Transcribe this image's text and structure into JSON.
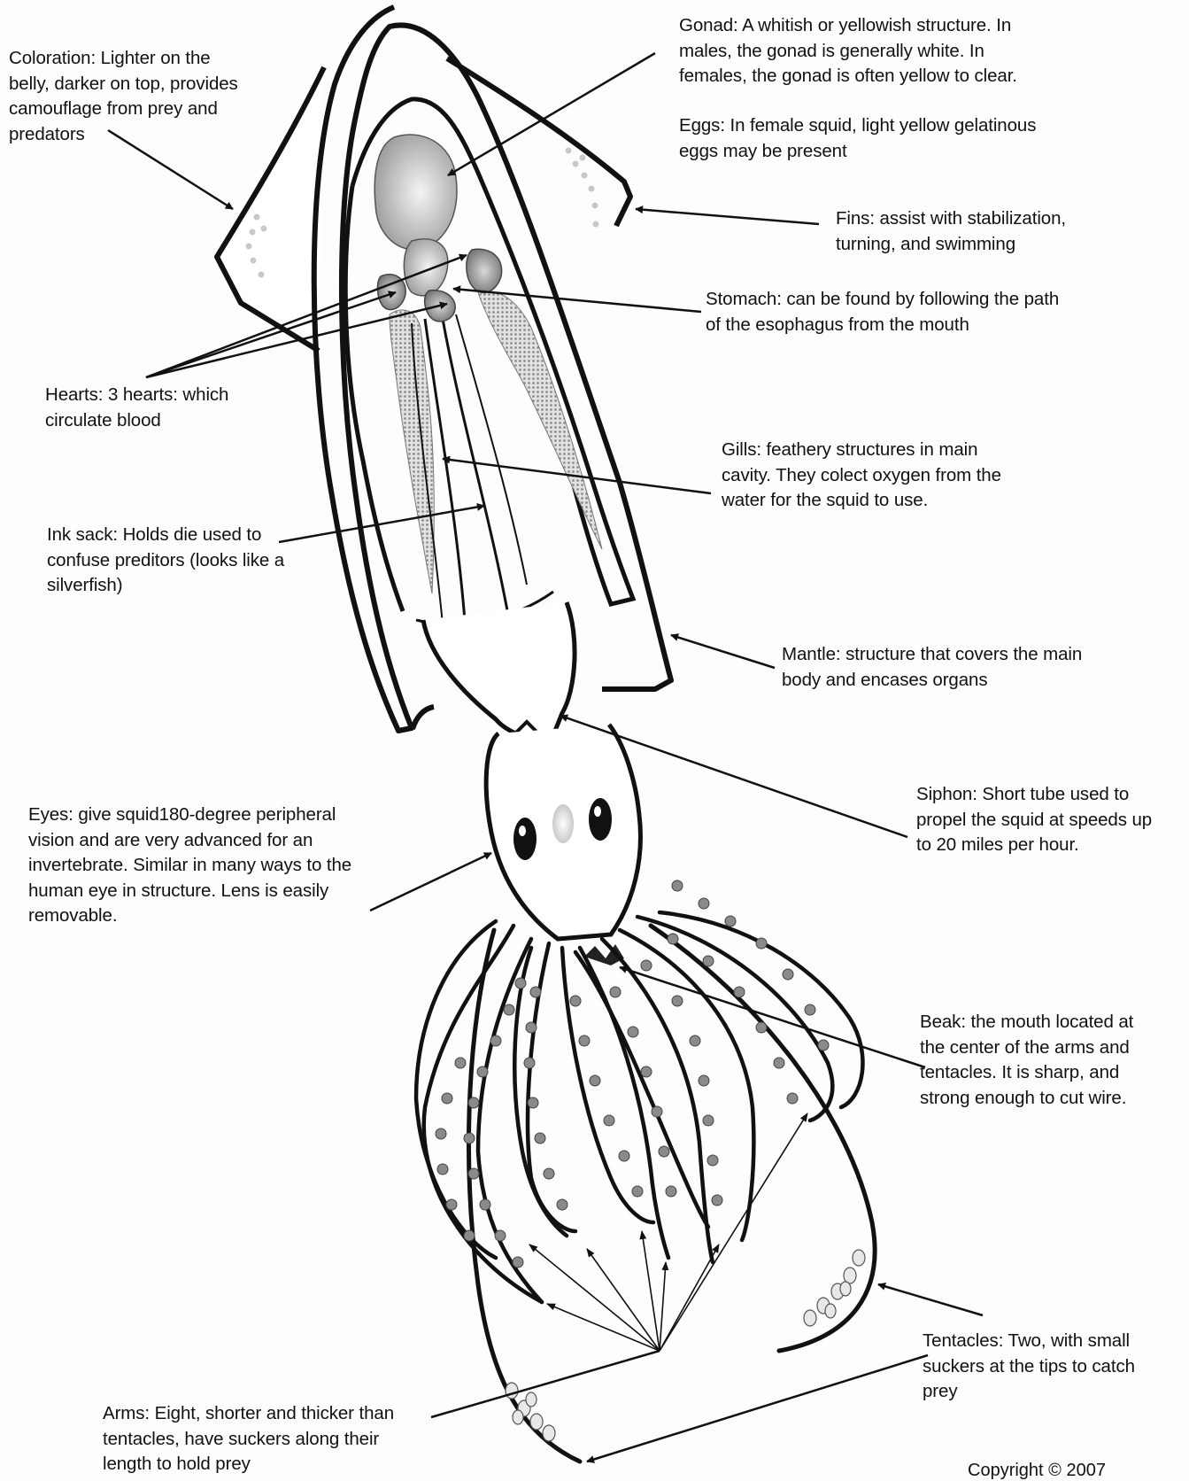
{
  "labels": {
    "gonad": "Gonad: A whitish or yellowish structure.  In\nmales, the gonad is generally white.  In\nfemales, the gonad is often yellow to clear.",
    "eggs": "Eggs:  In female squid, light yellow gelatinous\neggs may be present",
    "coloration": "Coloration:  Lighter on the\nbelly, darker on top,  provides\ncamouflage from prey and\npredators",
    "fins": "Fins:  assist with stabilization,\nturning, and swimming",
    "stomach": "Stomach:  can be found by following the path\nof the esophagus from the mouth",
    "hearts": "Hearts: 3 hearts: which\ncirculate blood",
    "gills": "Gills: feathery structures in main\ncavity.  They colect oxygen from the\nwater for the squid to use.",
    "ink_sack": "Ink sack: Holds die used to\nconfuse preditors (looks like a\nsilverfish)",
    "mantle": "Mantle: structure that covers the main\nbody and encases organs",
    "siphon": "Siphon:  Short tube used to\npropel the squid at speeds up\nto 20 miles per hour.",
    "eyes": "Eyes:  give squid180-degree peripheral\nvision and are very advanced for an\ninvertebrate.  Similar in many ways to the\nhuman eye in structure.   Lens is easily\nremovable.",
    "beak": "Beak:  the mouth located at\nthe center of the arms and\ntentacles.   It is sharp, and\nstrong enough to cut wire.",
    "tentacles": "Tentacles:  Two, with small\nsuckers at the tips to catch\nprey",
    "arms": "Arms:  Eight, shorter and thicker than\ntentacles, have suckers along their\nlength to hold prey",
    "copyright": "Copyright  © 2007"
  },
  "colors": {
    "outline": "#111111",
    "gonad": "#cfcfcf",
    "gills": "#b8b8b8",
    "sucker": "#8a8a8a"
  }
}
